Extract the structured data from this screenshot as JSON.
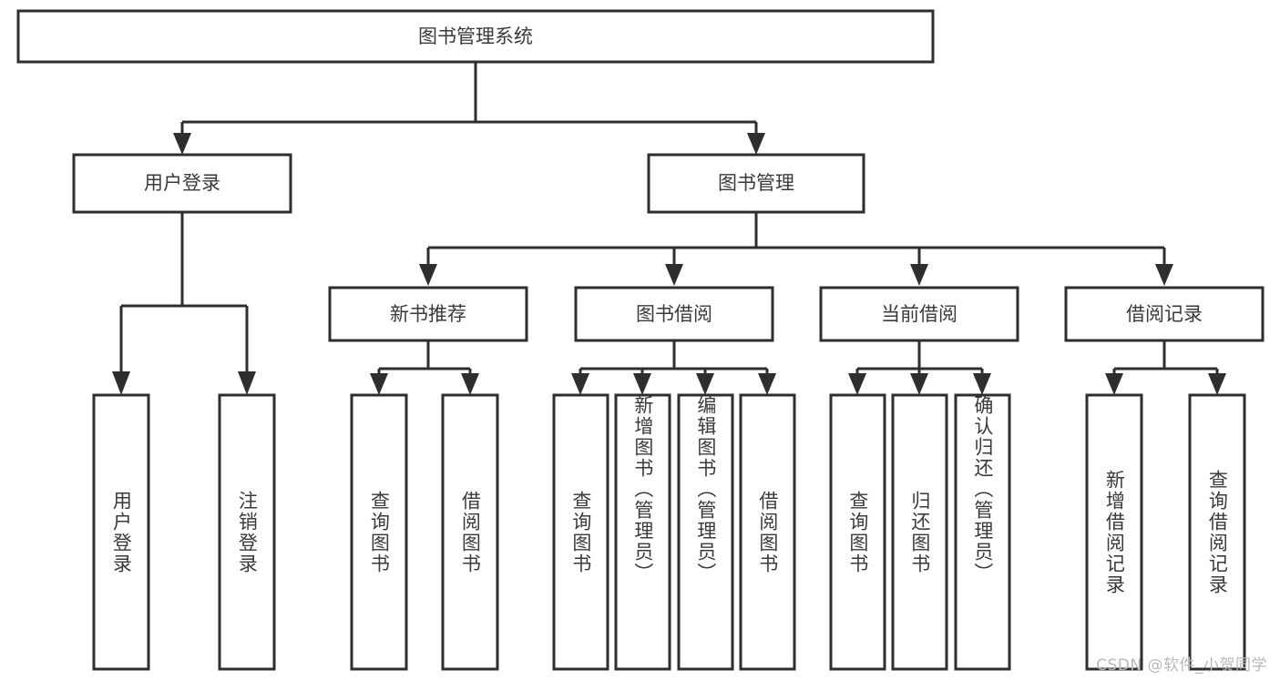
{
  "diagram": {
    "type": "tree-hierarchy",
    "title": "图书管理系统",
    "watermark": "CSDN @软件_小贺同学",
    "colors": {
      "stroke": "#2e2e2e",
      "fill": "#ffffff",
      "text": "#3a3a3a",
      "watermark": "#b9b9b9",
      "background": "#ffffff"
    },
    "levels": {
      "root": {
        "label": "图书管理系统"
      },
      "level1": [
        {
          "id": "user-login",
          "label": "用户登录"
        },
        {
          "id": "book-manage",
          "label": "图书管理"
        }
      ],
      "level2": [
        {
          "id": "new-book-recommend",
          "label": "新书推荐",
          "parent": "book-manage"
        },
        {
          "id": "book-borrow",
          "label": "图书借阅",
          "parent": "book-manage"
        },
        {
          "id": "current-borrow",
          "label": "当前借阅",
          "parent": "book-manage"
        },
        {
          "id": "borrow-record",
          "label": "借阅记录",
          "parent": "book-manage"
        }
      ],
      "leaves": [
        {
          "id": "leaf-user-login",
          "label": "用户登录",
          "parent": "user-login"
        },
        {
          "id": "leaf-logout",
          "label": "注销登录",
          "parent": "user-login"
        },
        {
          "id": "leaf-query-book-1",
          "label": "查询图书",
          "parent": "new-book-recommend"
        },
        {
          "id": "leaf-borrow-book-1",
          "label": "借阅图书",
          "parent": "new-book-recommend"
        },
        {
          "id": "leaf-query-book-2",
          "label": "查询图书",
          "parent": "book-borrow"
        },
        {
          "id": "leaf-add-book",
          "label": "新增图书（管理员）",
          "parent": "book-borrow"
        },
        {
          "id": "leaf-edit-book",
          "label": "编辑图书（管理员）",
          "parent": "book-borrow"
        },
        {
          "id": "leaf-borrow-book-2",
          "label": "借阅图书",
          "parent": "book-borrow"
        },
        {
          "id": "leaf-query-book-3",
          "label": "查询图书",
          "parent": "current-borrow"
        },
        {
          "id": "leaf-return-book",
          "label": "归还图书",
          "parent": "current-borrow"
        },
        {
          "id": "leaf-confirm-return",
          "label": "确认归还（管理员）",
          "parent": "current-borrow"
        },
        {
          "id": "leaf-add-record",
          "label": "新增借阅记录",
          "parent": "borrow-record"
        },
        {
          "id": "leaf-query-record",
          "label": "查询借阅记录",
          "parent": "borrow-record"
        }
      ]
    }
  }
}
